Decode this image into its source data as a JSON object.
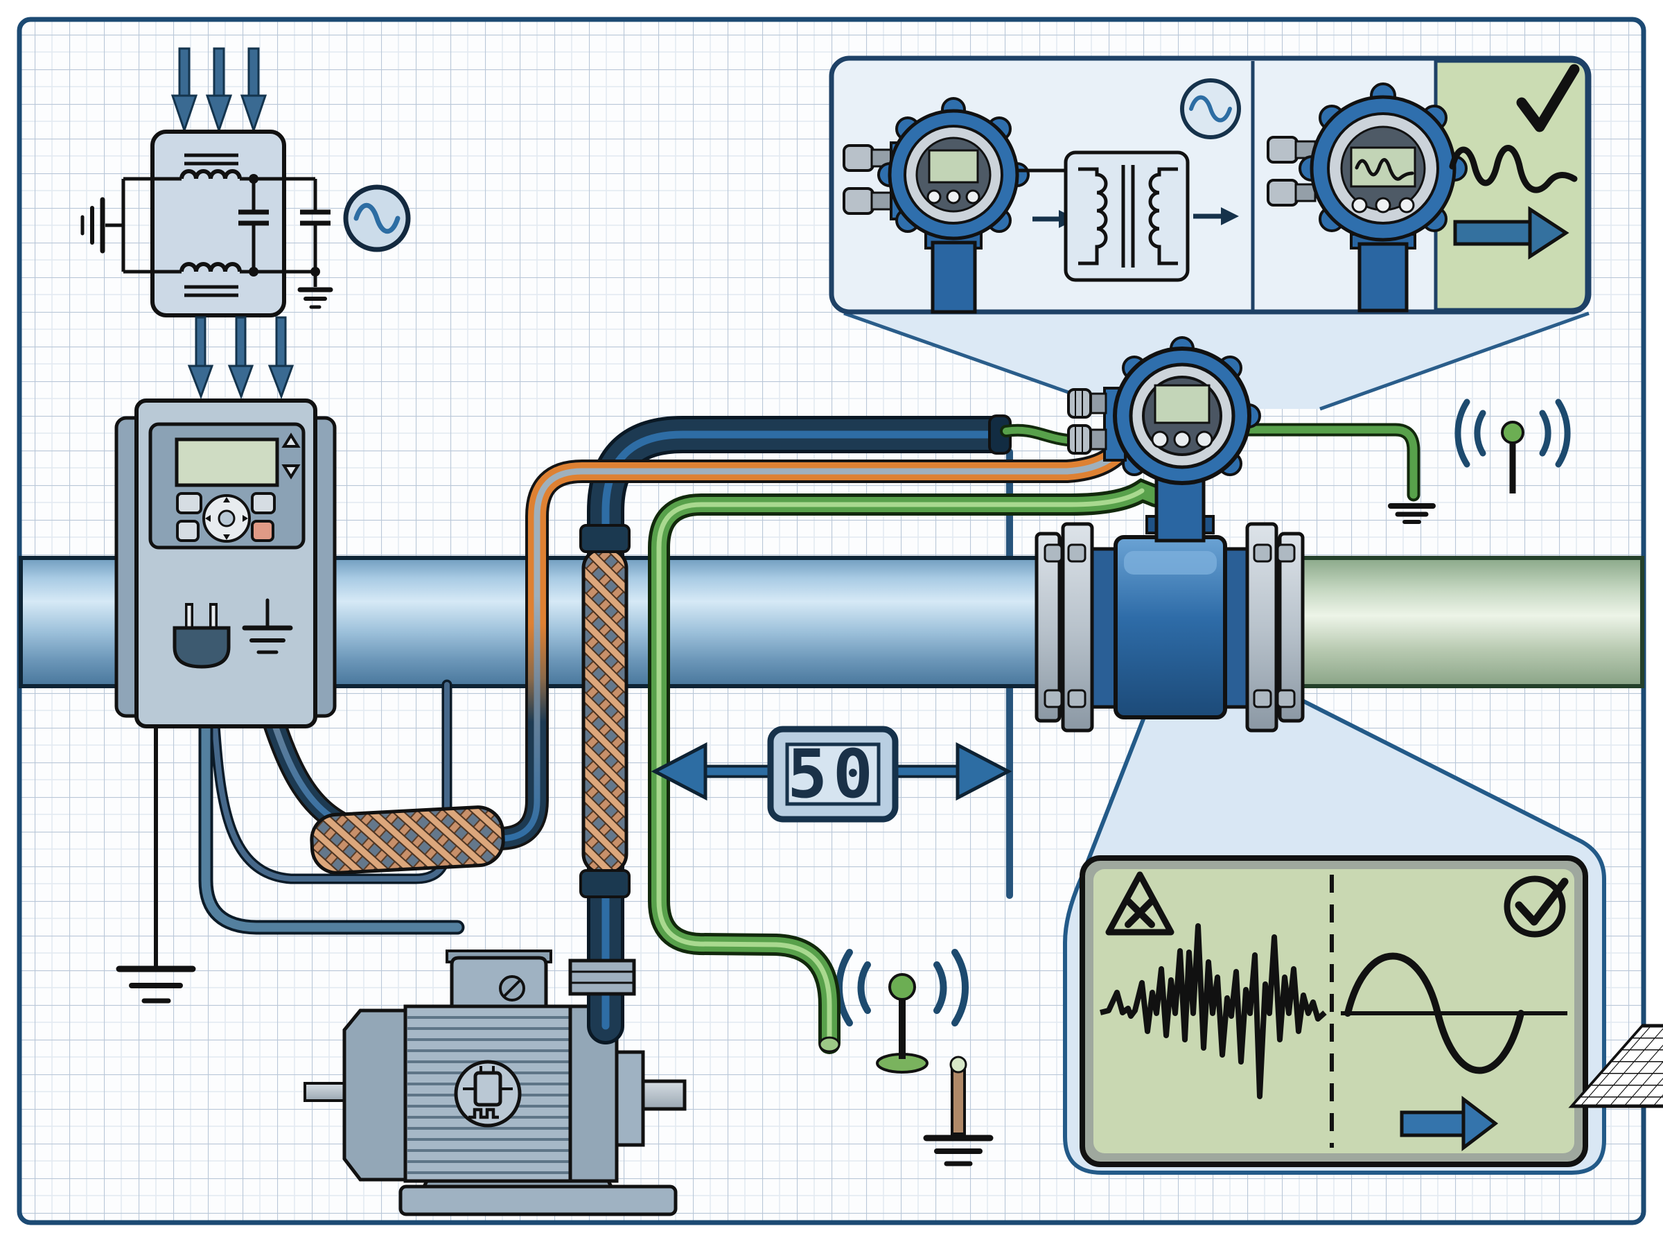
{
  "figure": {
    "domain": "technical-illustration",
    "subject": "Electromagnetic flowmeter installation with VFD, EMI filter, shielded cables and grounding grids",
    "background": "engineering grid paper"
  },
  "dimension": {
    "value": "50",
    "style": "seven-segment-display",
    "meaning": "separation distance annotation between cable run and flowmeter reference line"
  },
  "colors": {
    "frame_blue": "#1c4a73",
    "grid_line_major": "#b9c7d8",
    "grid_line_minor": "#e2e9f1",
    "pipe_blue_light": "#d6e9f6",
    "pipe_blue_dark": "#49779c",
    "pipe_green_light": "#edf4e8",
    "pipe_green_dark": "#8aa487",
    "device_blue": "#2f6fad",
    "vfd_panel_gray": "#b9c9d6",
    "cable_navy": "#1d3a52",
    "cable_navy_stripe": "#2e6da5",
    "cable_orange": "#de8133",
    "cable_green": "#58a14b",
    "copper_braid": "#c8906a",
    "inset_background": "#e9f1f8",
    "good_signal_panel": "#c9d8b2",
    "arrow_steel_blue": "#3a6a92",
    "stop_button_red": "#e09a86",
    "lcd_green": "#c3d5b8",
    "antenna_green": "#6cae53",
    "ground_rod_copper": "#b08968"
  },
  "components": [
    {
      "name": "emi-filter-schematic",
      "desc": "EMI line filter: two inductors with cores, X/Y capacitors, chassis ground, AC source symbol"
    },
    {
      "name": "three-phase-arrows",
      "desc": "three supply arrows into filter and into VFD"
    },
    {
      "name": "vfd-drive",
      "desc": "variable frequency drive with LCD, keypad, nav wheel, power plug icon, ground symbol"
    },
    {
      "name": "motor-pump",
      "desc": "finned electric motor with terminal box, PWM transistor badge, shaft"
    },
    {
      "name": "shielded-motor-cable",
      "desc": "navy cable with exposed copper braid shield sections"
    },
    {
      "name": "orange-signal-cable",
      "desc": "orange cable routed from drive area to transmitter"
    },
    {
      "name": "green-ground-cable",
      "desc": "green bonding conductors to equipotential grounding grids"
    },
    {
      "name": "magnetic-flowmeter",
      "desc": "flanged electromagnetic flow sensor with blue transmitter head, LCD and cable glands"
    },
    {
      "name": "grounding-grid-bottom",
      "desc": "mesh earthing grid with RF antenna symbol and copper ground rod"
    },
    {
      "name": "grounding-grid-right",
      "desc": "mesh earthing grid with RF antenna symbol near flowmeter"
    },
    {
      "name": "distance-dimension",
      "desc": "double-headed arrow with seven-segment 50 label and vertical reference line"
    }
  ],
  "insets": {
    "top_right": {
      "left_cell": {
        "icons": [
          "flow-transmitter",
          "right-arrow",
          "isolation-transformer",
          "right-arrow",
          "ac-source"
        ],
        "desc": "transmitter fed through isolation transformer from AC source"
      },
      "right_cell": {
        "icons": [
          "flow-transmitter-waveform-display",
          "checkmark",
          "clean-wave",
          "blue-right-arrow"
        ],
        "desc": "transmitter showing stable reading, approved"
      }
    },
    "bottom_right": {
      "left_cell": {
        "icons": [
          "warning-triangle-x",
          "noisy-waveform"
        ],
        "desc": "noisy distorted signal - bad"
      },
      "right_cell": {
        "icons": [
          "circled-checkmark",
          "sine-wave",
          "blue-right-arrow"
        ],
        "desc": "clean sine signal - good"
      },
      "divider": "dashed-vertical-line"
    }
  }
}
